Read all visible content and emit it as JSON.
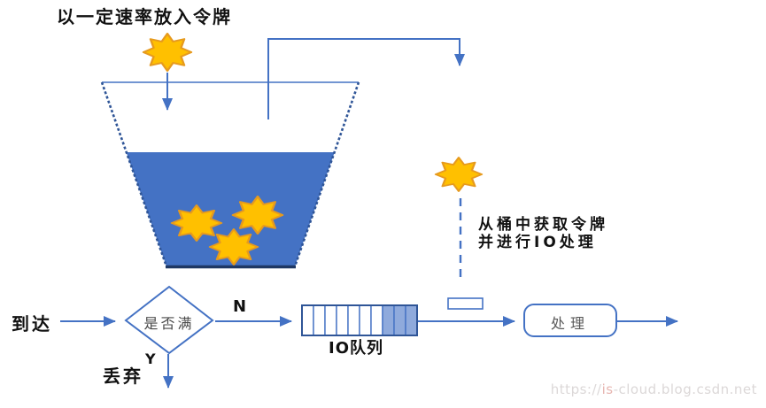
{
  "labels": {
    "title": "以一定速率放入令牌",
    "take_note_line1": "从桶中获取令牌",
    "take_note_line2": "并进行IO处理",
    "arrive": "到达",
    "decision": "是否满",
    "branch_no": "N",
    "branch_yes": "Y",
    "discard": "丢弃",
    "queue": "IO队列",
    "process": "处理"
  },
  "bucket": {
    "token_count": 3
  },
  "queue": {
    "cells_total": 10,
    "cells_filled": 3
  },
  "watermark": {
    "prefix": "https://",
    "highlight": "is",
    "suffix": "-cloud.blog.csdn.net"
  },
  "colors": {
    "line_blue": "#4472C4",
    "bucket_outline": "#2F5597",
    "bucket_bottom": "#1F3864",
    "water": "#4472C4",
    "token_fill": "#FFC000",
    "token_stroke": "#E69A1E",
    "queue_fill": "#8FAADC",
    "text_black": "#111111",
    "shape_text_gray": "#595959",
    "watermark_gray": "#DCD8D8",
    "watermark_red": "#E7B6B1"
  }
}
